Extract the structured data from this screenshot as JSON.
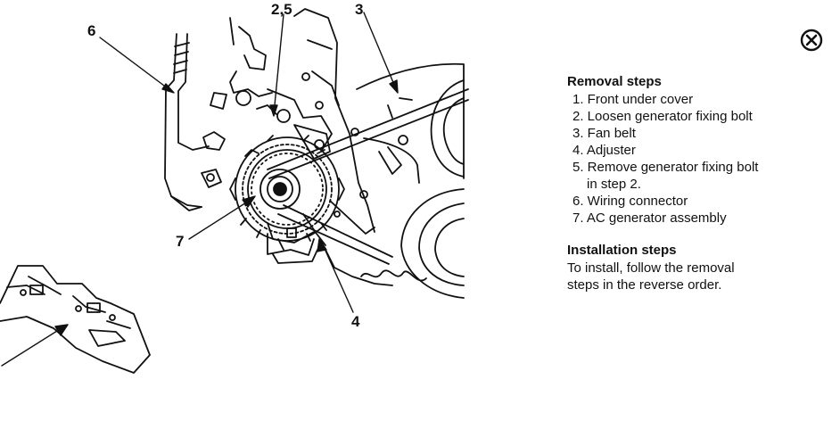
{
  "callouts": {
    "c6": "6",
    "c25": "2,5",
    "c3": "3",
    "c7": "7",
    "c4": "4"
  },
  "removal": {
    "heading": "Removal steps",
    "steps": [
      "1. Front under cover",
      "2. Loosen generator fixing bolt",
      "3. Fan belt",
      "4. Adjuster",
      "5. Remove generator fixing bolt",
      "in step 2.",
      "6. Wiring connector",
      "7. AC generator assembly"
    ]
  },
  "installation": {
    "heading": "Installation steps",
    "lines": [
      "To install, follow the removal",
      "steps in the reverse order."
    ]
  },
  "icons": {
    "close_symbol": "circled-x-icon",
    "figure": "ac-generator-removal-diagram"
  }
}
